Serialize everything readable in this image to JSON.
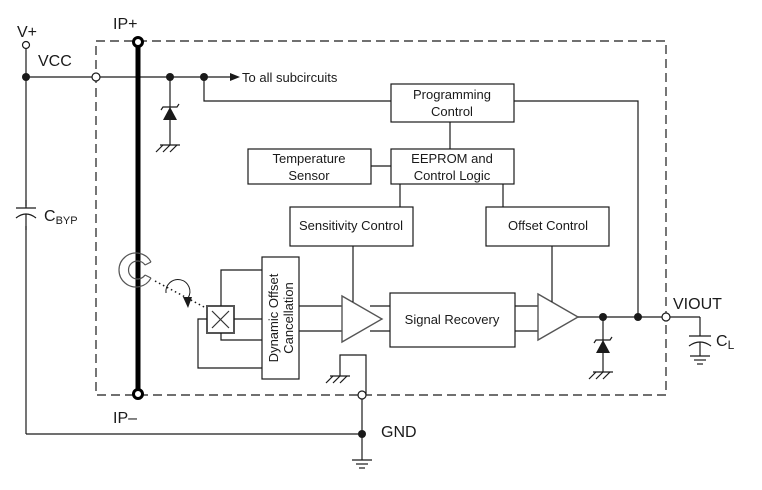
{
  "title": "Current sensor IC functional block diagram",
  "pins": {
    "v_plus": "V+",
    "vcc": "VCC",
    "ip_plus": "IP+",
    "ip_minus": "IP–",
    "gnd": "GND",
    "viout": "VIOUT"
  },
  "capacitors": {
    "bypass": {
      "main": "C",
      "sub": "BYP"
    },
    "load": {
      "main": "C",
      "sub": "L"
    }
  },
  "annotations": {
    "supply_arrow": "To all subcircuits"
  },
  "blocks": {
    "programming_control": [
      "Programming",
      "Control"
    ],
    "temperature_sensor": [
      "Temperature",
      "Sensor"
    ],
    "eeprom_logic": [
      "EEPROM and",
      "Control Logic"
    ],
    "sensitivity_control": "Sensitivity Control",
    "offset_control": "Offset Control",
    "dynamic_offset": [
      "Dynamic Offset",
      "Cancellation"
    ],
    "signal_recovery": "Signal Recovery"
  }
}
